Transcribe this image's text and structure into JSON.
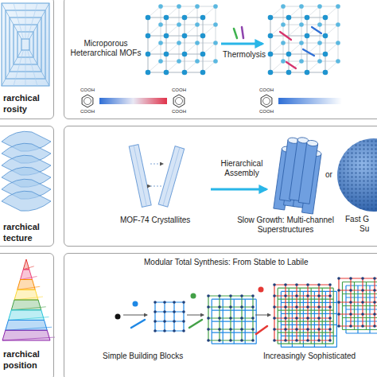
{
  "diagram": {
    "nodes": [
      {
        "text": [
          "rarchical",
          "rosity"
        ]
      },
      {
        "text": [
          "rarchical",
          "tecture"
        ]
      },
      {
        "text": [
          "rarchical",
          "position"
        ]
      },
      {
        "text": [
          "Microporous Heterarchical MOFs",
          "Thermolysis"
        ]
      },
      {
        "text": [
          "MOF-74 Crystallites",
          "Hierarchical Assembly",
          "Slow Growth: Multi-channel Superstructures",
          "or"
        ]
      },
      {
        "text": [
          "Modular Total Synthesis: From Stable to Labile",
          "Simple Building Blocks",
          "Increasingly Sophisticated"
        ]
      }
    ],
    "labels": [
      "COOH",
      "COOH",
      "COOH",
      "COOH",
      "COOH",
      "COOH",
      "Fast G",
      "Su"
    ]
  }
}
